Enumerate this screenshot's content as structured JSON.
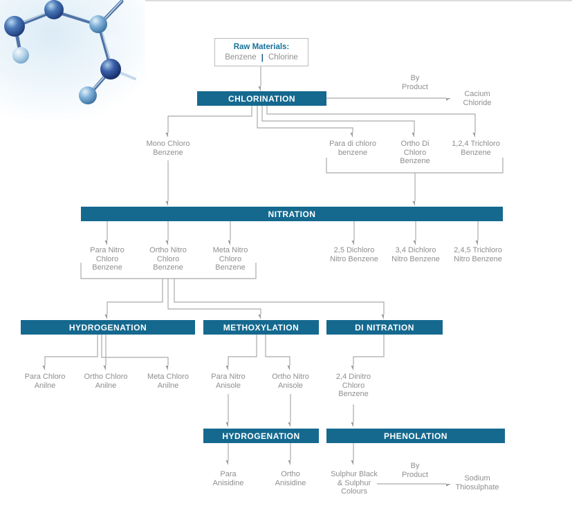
{
  "diagram": {
    "raw_materials": {
      "title": "Raw Materials:",
      "item_left": "Benzene",
      "divider": "|",
      "item_right": "Chlorine"
    },
    "process_bars": {
      "chlorination": "CHLORINATION",
      "nitration": "NITRATION",
      "hydrogenation_1": "HYDROGENATION",
      "methoxylation": "METHOXYLATION",
      "di_nitration": "DI NITRATION",
      "hydrogenation_2": "HYDROGENATION",
      "phenolation": "PHENOLATION"
    },
    "labels": {
      "by_product_top": "By\nProduct",
      "cacium_chloride": "Cacium\nChloride",
      "mono_chloro_benzene": "Mono Chloro\nBenzene",
      "para_di_chloro_benzene": "Para di chloro\nbenzene",
      "ortho_di_chloro_benzene": "Ortho Di\nChloro\nBenzene",
      "trichloro_benzene_124": "1,2,4 Trichloro\nBenzene",
      "para_nitro_chloro_benzene": "Para Nitro\nChloro\nBenzene",
      "ortho_nitro_chloro_benzene": "Ortho Nitro\nChloro\nBenzene",
      "meta_nitro_chloro_benzene": "Meta Nitro\nChloro\nBenzene",
      "dichloro_nitro_benzene_25": "2,5 Dichloro\nNitro Benzene",
      "dichloro_nitro_benzene_34": "3,4 Dichloro\nNitro Benzene",
      "trichloro_nitro_benzene_245": "2,4,5 Trichloro\nNitro Benzene",
      "para_chloro_anilne": "Para Chloro\nAnilne",
      "ortho_chloro_anilne": "Ortho Chloro\nAnilne",
      "meta_chloro_anilne": "Meta Chloro\nAnilne",
      "para_nitro_anisole": "Para Nitro\nAnisole",
      "ortho_nitro_anisole": "Ortho Nitro\nAnisole",
      "dinitro_chloro_benzene_24": "2,4 Dinitro\nChloro\nBenzene",
      "para_anisidine": "Para\nAnisidine",
      "ortho_anisidine": "Ortho\nAnisidine",
      "sulphur_black_colours": "Sulphur Black\n& Sulphur\nColours",
      "by_product_bottom": "By\nProduct",
      "sodium_thiosulphate": "Sodium\nThiosulphate"
    },
    "colors": {
      "process_bar": "#15698f",
      "label_text": "#8e8e8e",
      "connector": "#a9a9a9",
      "accent_teal": "#16719a",
      "top_rule": "#dcdcdc"
    }
  }
}
